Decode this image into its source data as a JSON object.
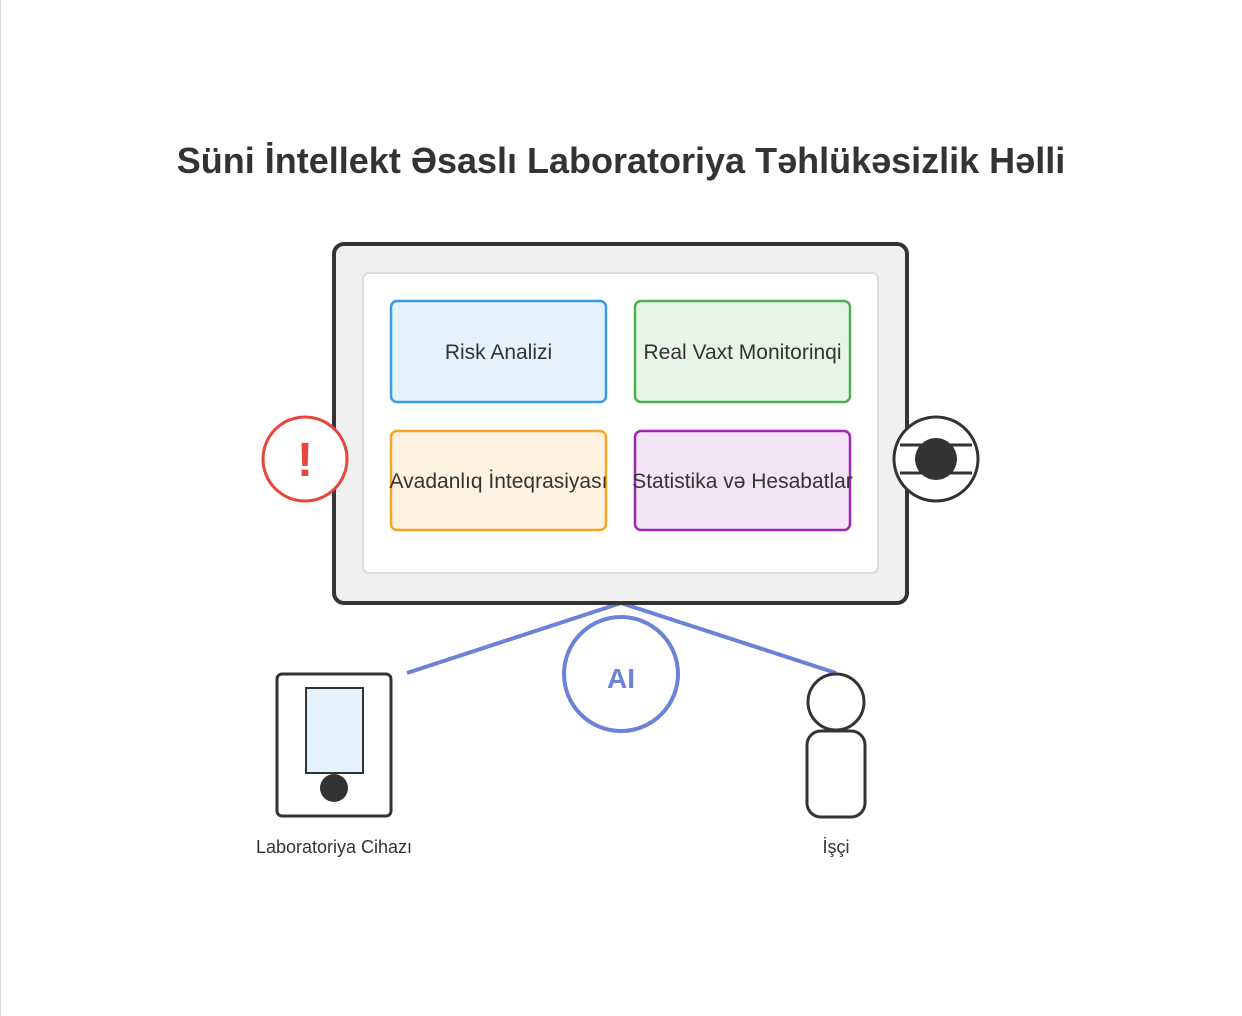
{
  "title": "Süni İntellekt Əsaslı Laboratoriya Təhlükəsizlik Həlli",
  "cards": [
    {
      "label": "Risk Analizi",
      "fill": "#e3f2fd",
      "stroke": "#3a9ae8"
    },
    {
      "label": "Real Vaxt Monitorinqi",
      "fill": "#e6f5e8",
      "stroke": "#4caf50"
    },
    {
      "label": "Avadanlıq İnteqrasiyası",
      "fill": "#fff2e0",
      "stroke": "#f5a623"
    },
    {
      "label": "Statistika və Hesabatlar",
      "fill": "#f3e4f5",
      "stroke": "#9c27b0"
    }
  ],
  "alert": {
    "symbol": "!",
    "color": "#e8453c",
    "icon": "alert-icon"
  },
  "camera": {
    "icon": "camera-icon"
  },
  "ai": {
    "label": "AI",
    "color": "#6b82d8"
  },
  "device": {
    "caption": "Laboratoriya Cihazı",
    "icon": "lab-device-icon"
  },
  "worker": {
    "caption": "İşçi",
    "icon": "worker-icon"
  },
  "colors": {
    "text": "#333333",
    "monitor_bezel": "#f0f0f0",
    "monitor_stroke": "#333333",
    "device_screen": "#e3f2fd",
    "connector": "#6b82d8"
  }
}
